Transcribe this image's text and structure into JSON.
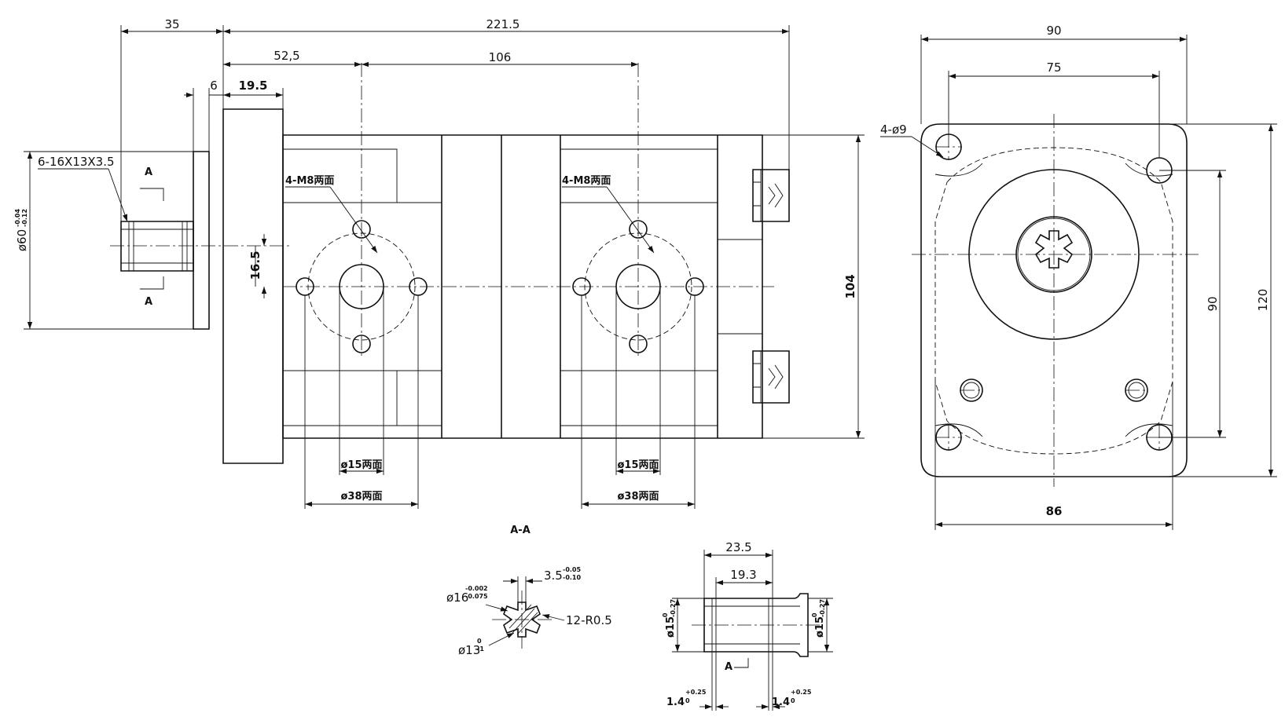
{
  "dims": {
    "total_len": "221.5",
    "shaft_len": "35",
    "p1": "52,5",
    "p2": "106",
    "step6": "6",
    "flange": "19.5",
    "spline": "6-16X13X3.5",
    "section_mark": "A",
    "dia60": "ø60",
    "dia60_tol_upper": "-0.04",
    "dia60_tol_lower": "-0.12",
    "offset": "16.5",
    "height": "104",
    "thread1": "4-M8两面",
    "thread2": "4-M8两面",
    "port1": "ø15两面",
    "port2": "ø15两面",
    "bolt1": "ø38两面",
    "bolt2": "ø38两面",
    "holes": "4-ø9",
    "width90": "90",
    "width75": "75",
    "height90": "90",
    "height120": "120",
    "width86": "86"
  },
  "section": {
    "title": "A-A",
    "dia16": "ø16",
    "dia16_tol_upper": "-0.002",
    "dia16_tol_lower": "-0.075",
    "width35": "3.5",
    "width35_tol_upper": "-0.05",
    "width35_tol_lower": "-0.10",
    "r05": "12-R0.5",
    "dia13": "ø13",
    "dia13_tol_upper": "0",
    "dia13_tol_lower": "-1"
  },
  "shaft_detail": {
    "len235": "23.5",
    "len193": "19.3",
    "dia15a": "ø15",
    "dia15a_tol_upper": "0",
    "dia15a_tol_lower": "-0.27",
    "dia15b": "ø15",
    "dia15b_tol_upper": "0",
    "dia15b_tol_lower": "-0.27",
    "groove1": "1.4",
    "groove1_tol_upper": "+0.25",
    "groove1_tol_lower": "0",
    "groove2": "1.4",
    "groove2_tol_upper": "+0.25",
    "groove2_tol_lower": "0",
    "section_mark": "A"
  }
}
